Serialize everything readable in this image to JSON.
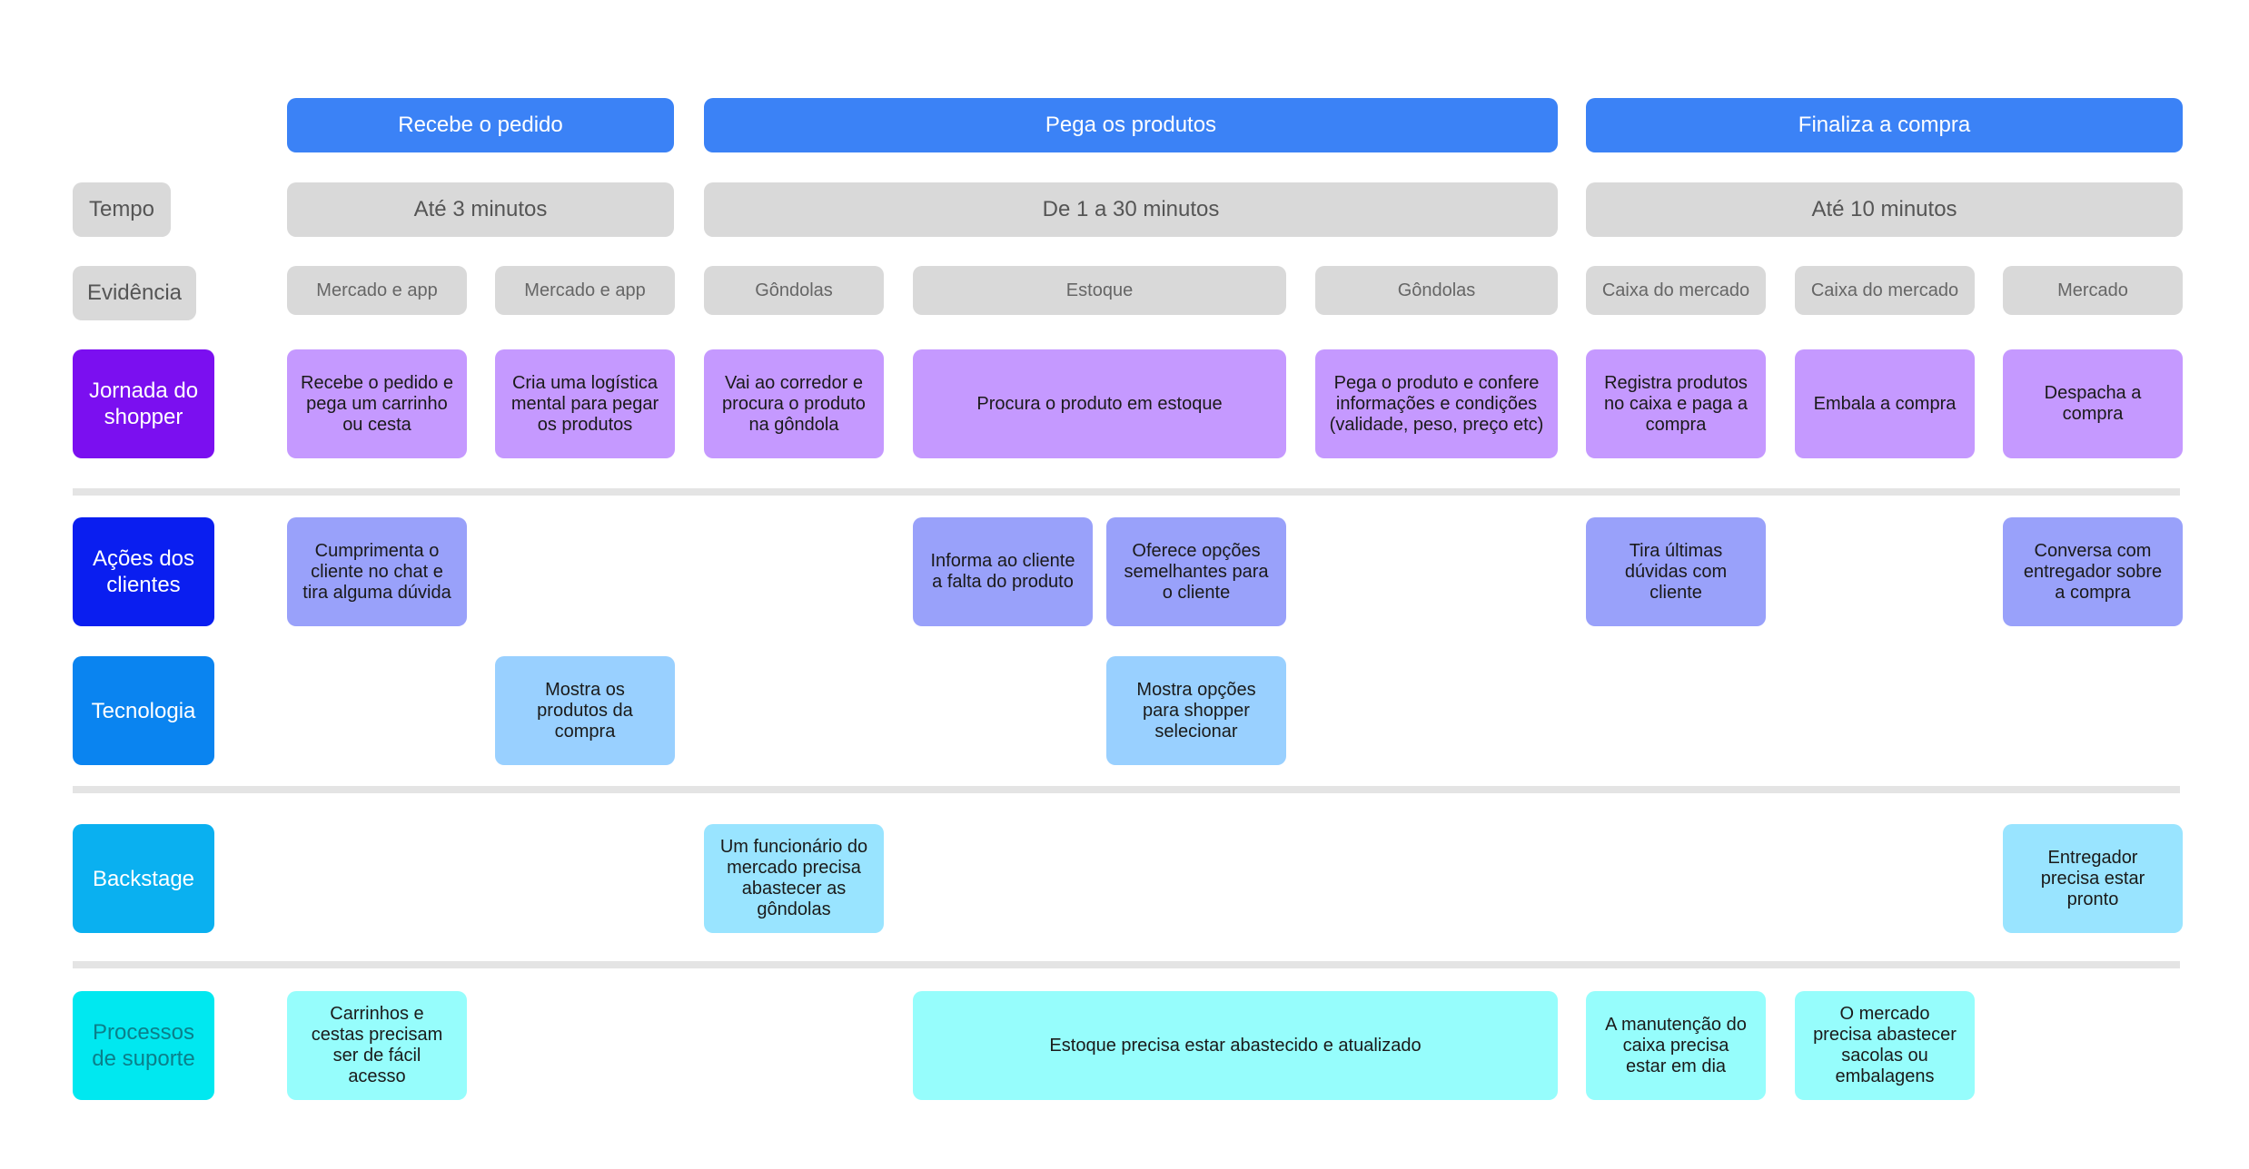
{
  "colors": {
    "phase": "#3b82f6",
    "gray": "#d9d9d9",
    "divider": "#e4e4e4",
    "jornada_label": "#7b0ff0",
    "acoes_label": "#0a1ef0",
    "tecnologia_label": "#0a84f0",
    "backstage_label": "#0ab0f0",
    "processos_label": "#00e8f0",
    "jornada_card": "#c599ff",
    "acoes_card": "#99a1fa",
    "tecnologia_card": "#99d0ff",
    "backstage_card": "#99e4ff",
    "processos_card": "#96fdfc",
    "processos_label_text": "#0b7f8a"
  },
  "phases": [
    "Recebe o pedido",
    "Pega os produtos",
    "Finaliza a compra"
  ],
  "tempo": {
    "label": "Tempo",
    "values": [
      "Até 3 minutos",
      "De 1 a 30 minutos",
      "Até 10 minutos"
    ]
  },
  "evidencia": {
    "label": "Evidência",
    "values": [
      "Mercado e app",
      "Mercado e app",
      "Gôndolas",
      "Estoque",
      "Gôndolas",
      "Caixa do mercado",
      "Caixa do mercado",
      "Mercado"
    ]
  },
  "jornada": {
    "label": "Jornada do\nshopper",
    "cards": [
      "Recebe o pedido e\npega um carrinho\nou cesta",
      "Cria uma logística\nmental para pegar\nos produtos",
      "Vai ao corredor e\nprocura o produto\nna gôndola",
      "Procura o produto em estoque",
      "Pega o produto e confere\ninformações e condições\n(validade, peso, preço etc)",
      "Registra produtos\nno caixa e paga a\ncompra",
      "Embala a compra",
      "Despacha a\ncompra"
    ]
  },
  "acoes": {
    "label": "Ações dos\nclientes",
    "cards": [
      "Cumprimenta o\ncliente no chat e\ntira alguma dúvida",
      "Informa ao cliente\na falta do produto",
      "Oferece opções\nsemelhantes para\no cliente",
      "Tira últimas\ndúvidas com\ncliente",
      "Conversa com\nentregador sobre\na compra"
    ]
  },
  "tecnologia": {
    "label": "Tecnologia",
    "cards": [
      "Mostra os\nprodutos da\ncompra",
      "Mostra opções\npara shopper\nselecionar"
    ]
  },
  "backstage": {
    "label": "Backstage",
    "cards": [
      "Um funcionário do\nmercado precisa\nabastecer as\ngôndolas",
      "Entregador\nprecisa estar\npronto"
    ]
  },
  "processos": {
    "label": "Processos\nde suporte",
    "cards": [
      "Carrinhos e\ncestas precisam\nser de fácil\nacesso",
      "Estoque precisa estar abastecido e atualizado",
      "A manutenção do\ncaixa precisa\nestar em dia",
      "O mercado\nprecisa abastecer\nsacolas ou\nembalagens"
    ]
  }
}
